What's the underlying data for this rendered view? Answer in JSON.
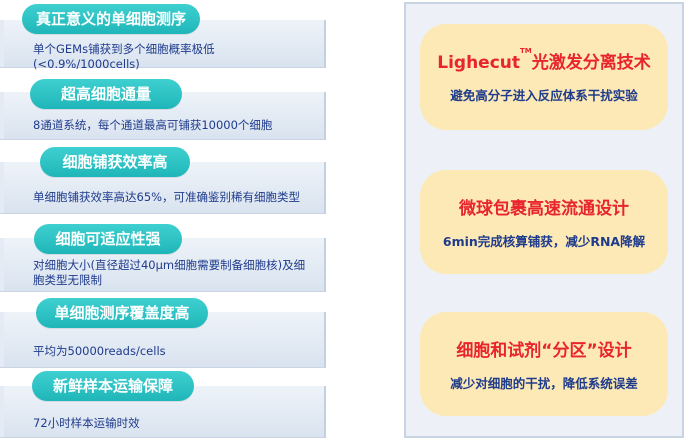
{
  "features": [
    {
      "title": "真正意义的单细胞测序",
      "desc": "单个GEMs铺获到多个细胞概率极低(<0.9%/1000cells)"
    },
    {
      "title": "超高细胞通量",
      "desc": "8通道系统，每个通道最高可铺获10000个细胞"
    },
    {
      "title": "细胞铺获效率高",
      "desc": "单细胞铺获效率高达65%，可准确鉴别稀有细胞类型"
    },
    {
      "title": "细胞可适应性强",
      "desc": "对细胞大小(直径超过40μm细胞需要制备细胞核)及细胞类型无限制"
    },
    {
      "title": "单细胞测序覆盖度高",
      "desc": "平均为50000reads/cells"
    },
    {
      "title": "新鲜样本运输保障",
      "desc": "72小时样本运输时效"
    }
  ],
  "cards": [
    {
      "title": "Lighecut",
      "title_mark": "TM",
      "title_rest": "光激发分离技术",
      "subtitle": "避免高分子进入反应体系干扰实验"
    },
    {
      "title": "微球包裹高速流通设计",
      "subtitle": "6min完成核算铺获，减少RNA降解"
    },
    {
      "title": "细胞和试剂“分区”设计",
      "subtitle": "减少对细胞的干扰，降低系统误差"
    }
  ],
  "colors": {
    "pill": "#1fb6b9",
    "desc_text": "#1f3b8c",
    "card_bg": "#fde9b5",
    "card_title": "#e8242c"
  }
}
